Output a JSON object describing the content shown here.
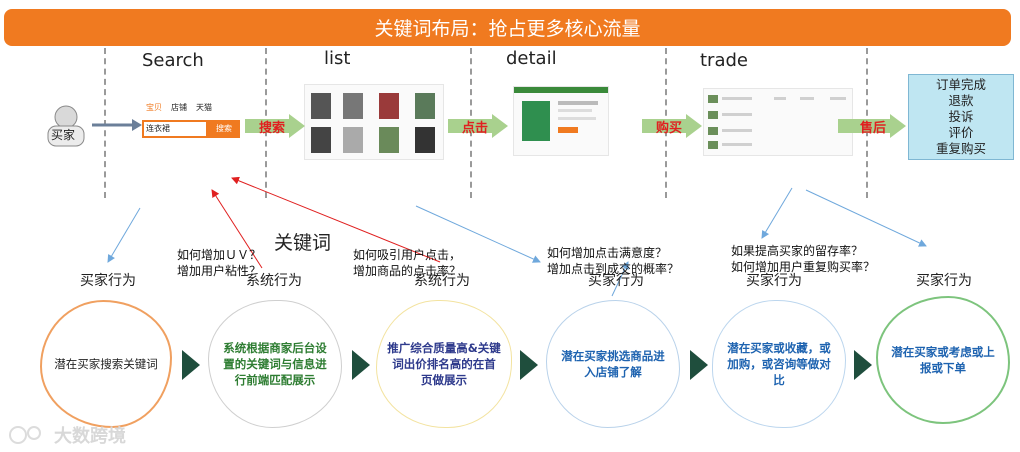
{
  "banner": {
    "title": "关键词布局：抢占更多核心流量"
  },
  "stages": [
    "Search",
    "list",
    "detail",
    "trade"
  ],
  "buyer": {
    "label": "买家"
  },
  "search_box": {
    "tabs": [
      "宝贝",
      "店铺",
      "天猫"
    ],
    "input_value": "连衣裙",
    "button_label": "搜索"
  },
  "flow_arrows": [
    "搜索",
    "点击",
    "购买",
    "售后"
  ],
  "result_box": {
    "lines": [
      "订单完成",
      "退款",
      "投诉",
      "评价",
      "重复购买"
    ]
  },
  "keyword_label": "关键词",
  "questions": [
    [
      "如何增加ＵＶ？",
      "增加用户粘性？"
    ],
    [
      "如何吸引用户点击，",
      "增加商品的点击率？"
    ],
    [
      "如何增加点击满意度？",
      "增加点击到成交的概率？"
    ],
    [
      "如果提高买家的留存率？",
      "如何增加用户重复购买率？"
    ]
  ],
  "behavior_labels": [
    "买家行为",
    "系统行为",
    "系统行为",
    "买家行为",
    "买家行为",
    "买家行为"
  ],
  "steps": [
    "潜在买家搜索关键词",
    "系统根据商家后台设置的关键词与信息进行前端匹配展示",
    "推广综合质量高&关键词出价排名高的在首页做展示",
    "潜在买家挑选商品进入店铺了解",
    "潜在买家或收藏，或加购，或咨询等做对比",
    "潜在买家或考虑或上报或下单"
  ],
  "watermark": "大数跨境",
  "colors": {
    "orange": "#f07a20",
    "flow_arrow": "#a9d18e",
    "red": "#e02020",
    "blue_line": "#6fa8dc",
    "chevron": "#1f4e3d"
  }
}
